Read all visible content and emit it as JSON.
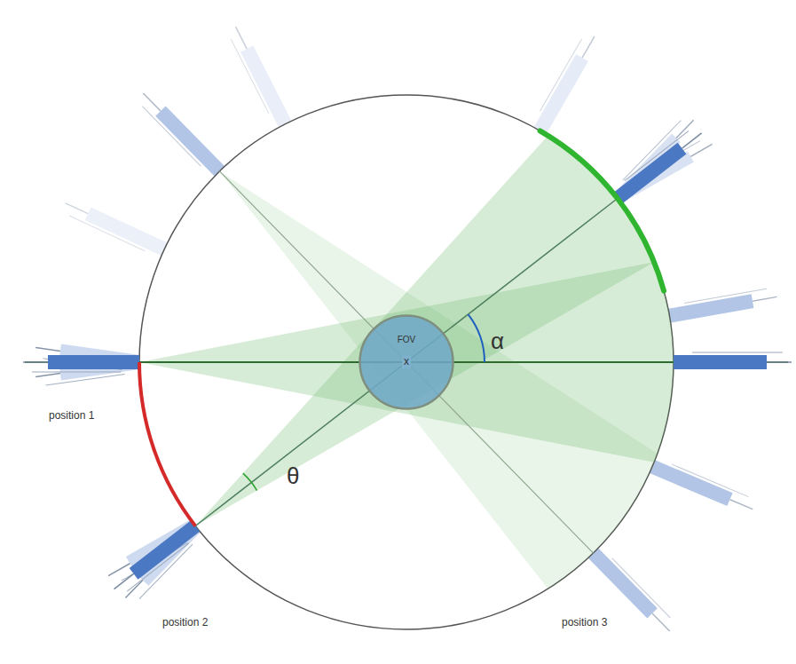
{
  "diagram": {
    "nodes": [
      {
        "text": [
          "FOV"
        ]
      }
    ],
    "labels": [
      "x",
      "α",
      "θ",
      "position 1",
      "position 2",
      "position 3"
    ]
  }
}
